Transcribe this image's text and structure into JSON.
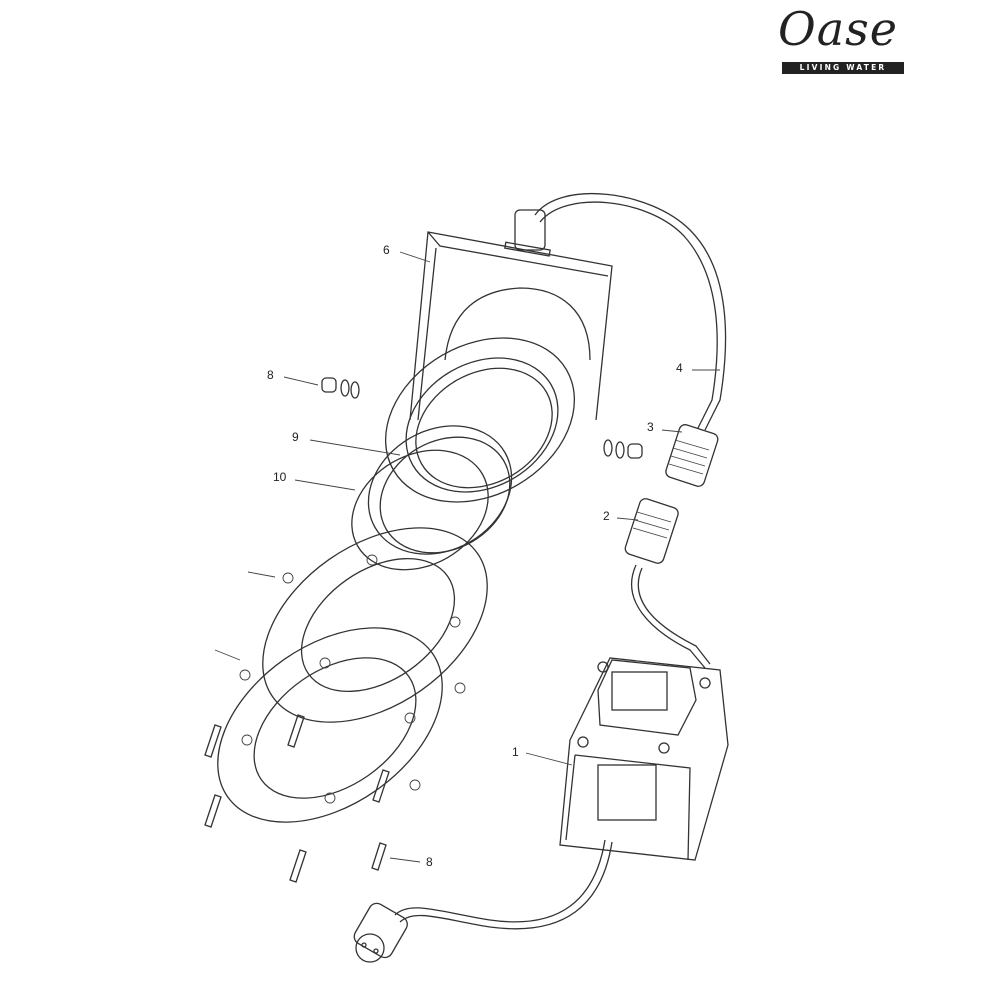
{
  "logo": {
    "brand": "Oase",
    "tagline": "LIVING WATER"
  },
  "part_labels": {
    "p1": "1",
    "p2": "2",
    "p3": "3",
    "p4": "4",
    "p6": "6",
    "p8a": "8",
    "p8b": "8",
    "p9": "9",
    "p10": "10"
  }
}
